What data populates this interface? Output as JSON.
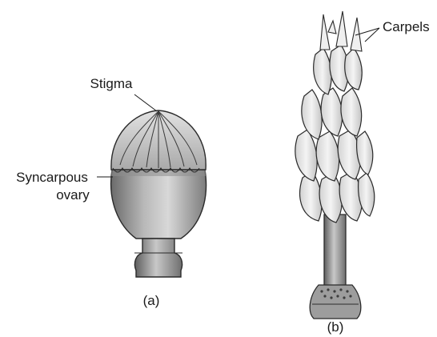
{
  "figure": {
    "a": {
      "caption": "(a)",
      "labels": {
        "stigma": "Stigma",
        "ovary_line1": "Syncarpous",
        "ovary_line2": "ovary"
      }
    },
    "b": {
      "caption": "(b)",
      "labels": {
        "carpels": "Carpels"
      }
    }
  }
}
